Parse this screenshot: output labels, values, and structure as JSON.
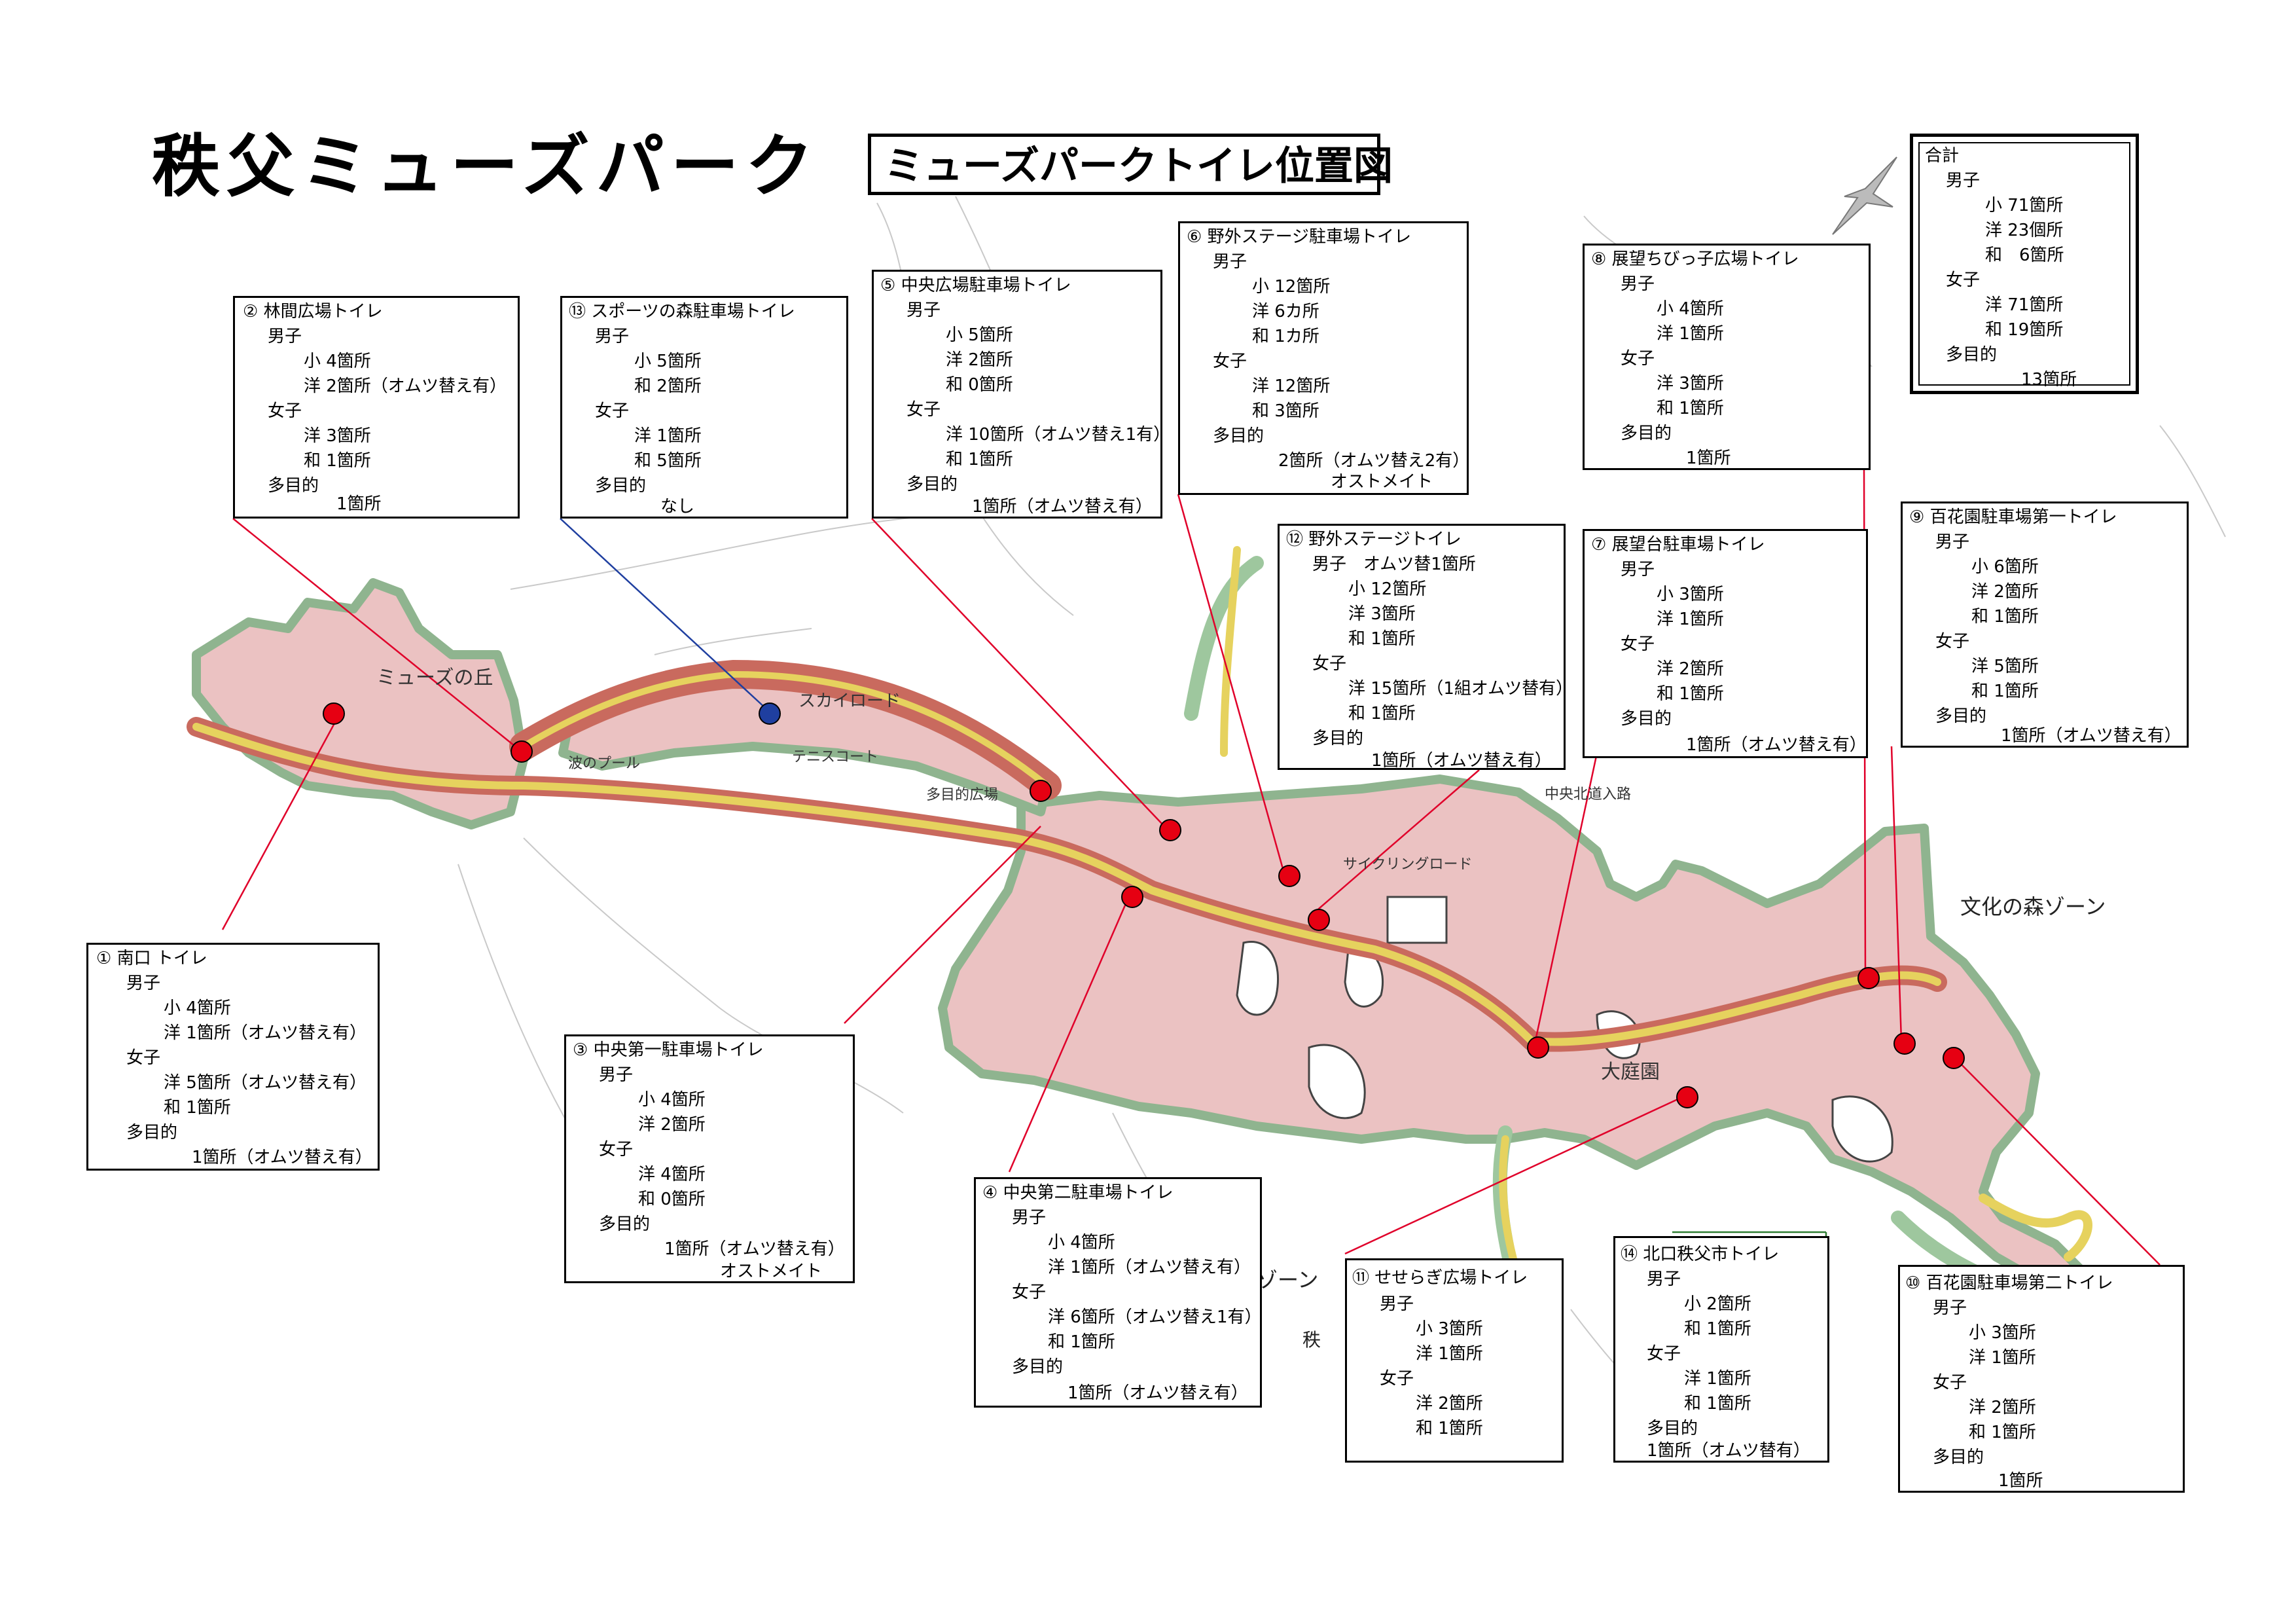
{
  "page": {
    "title": "秩父ミューズパーク",
    "subtitle": "ミューズパークトイレ位置図"
  },
  "colors": {
    "park_fill": "#ebc2c2",
    "park_edge": "#8fb48f",
    "route_outer": "#c96a5e",
    "route_inner": "#e6d25e",
    "marker_red": "#e60012",
    "marker_blue": "#1f3fa0",
    "leader_red": "#e0002a",
    "leader_blue": "#1f3fa0",
    "leader_green": "#2e7d32"
  },
  "map_labels": {
    "zone_culture": "文化の森ゾーン",
    "zone_lower": "ゾーン",
    "muse_hill": "ミューズの丘",
    "wave_pool": "波のプール",
    "tennis": "テニスコート",
    "multipurpose": "多目的広場",
    "cycling": "サイクリングロード",
    "garden": "大庭園",
    "skyroad": "スカイロード",
    "nikko": "秩",
    "north_road": "中央北道入路"
  },
  "total": {
    "header": "合計",
    "lines": [
      "男子",
      "小 71箇所",
      "洋 23個所",
      "和　6箇所",
      "女子",
      "洋 71箇所",
      "和 19箇所",
      "多目的",
      "13箇所"
    ]
  },
  "toilets": [
    {
      "id": "1",
      "title": "① 南口 トイレ",
      "lines": [
        "男子",
        "小 4箇所",
        "洋 1箇所（オムツ替え有）",
        "女子",
        "洋 5箇所（オムツ替え有）",
        "和 1箇所",
        "多目的",
        "1箇所（オムツ替え有）"
      ]
    },
    {
      "id": "2",
      "title": "② 林間広場トイレ",
      "lines": [
        "男子",
        "小 4箇所",
        "洋 2箇所（オムツ替え有）",
        "女子",
        "洋 3箇所",
        "和 1箇所",
        "多目的",
        "1箇所"
      ]
    },
    {
      "id": "13",
      "title": "⑬ スポーツの森駐車場トイレ",
      "lines": [
        "男子",
        "小 5箇所",
        "和 2箇所",
        "女子",
        "洋 1箇所",
        "和 5箇所",
        "多目的",
        "なし"
      ]
    },
    {
      "id": "5",
      "title": "⑤ 中央広場駐車場トイレ",
      "lines": [
        "男子",
        "小 5箇所",
        "洋 2箇所",
        "和 0箇所",
        "女子",
        "洋 10箇所（オムツ替え1有）",
        "和 1箇所",
        "多目的",
        "1箇所（オムツ替え有）"
      ]
    },
    {
      "id": "6",
      "title": "⑥ 野外ステージ駐車場トイレ",
      "lines": [
        "男子",
        "小 12箇所",
        "洋 6カ所",
        "和 1カ所",
        "女子",
        "洋 12箇所",
        "和 3箇所",
        "多目的",
        "2箇所（オムツ替え2有）",
        "オストメイト"
      ]
    },
    {
      "id": "8",
      "title": "⑧ 展望ちびっ子広場トイレ",
      "lines": [
        "男子",
        "小 4箇所",
        "洋 1箇所",
        "女子",
        "洋 3箇所",
        "和 1箇所",
        "多目的",
        "1箇所"
      ]
    },
    {
      "id": "12",
      "title": "⑫ 野外ステージトイレ",
      "lines": [
        "男子　オムツ替1箇所",
        "小 12箇所",
        "洋 3箇所",
        "和 1箇所",
        "女子",
        "洋 15箇所（1組オムツ替有）",
        "和 1箇所",
        "多目的",
        "1箇所（オムツ替え有）"
      ]
    },
    {
      "id": "7",
      "title": "⑦ 展望台駐車場トイレ",
      "lines": [
        "男子",
        "小 3箇所",
        "洋 1箇所",
        "女子",
        "洋 2箇所",
        "和 1箇所",
        "多目的",
        "1箇所（オムツ替え有）"
      ]
    },
    {
      "id": "9",
      "title": "⑨ 百花園駐車場第一トイレ",
      "lines": [
        "男子",
        "小 6箇所",
        "洋 2箇所",
        "和 1箇所",
        "女子",
        "洋 5箇所",
        "和 1箇所",
        "多目的",
        "1箇所（オムツ替え有）"
      ]
    },
    {
      "id": "3",
      "title": "③ 中央第一駐車場トイレ",
      "lines": [
        "男子",
        "小 4箇所",
        "洋 2箇所",
        "女子",
        "洋 4箇所",
        "和 0箇所",
        "多目的",
        "1箇所（オムツ替え有）",
        "オストメイト"
      ]
    },
    {
      "id": "4",
      "title": "④ 中央第二駐車場トイレ",
      "lines": [
        "男子",
        "小 4箇所",
        "洋 1箇所（オムツ替え有）",
        "女子",
        "洋 6箇所（オムツ替え1有）",
        "和 1箇所",
        "多目的",
        "1箇所（オムツ替え有）"
      ]
    },
    {
      "id": "11",
      "title": "⑪ せせらぎ広場トイレ",
      "lines": [
        "男子",
        "小 3箇所",
        "洋 1箇所",
        "女子",
        "洋 2箇所",
        "和 1箇所"
      ]
    },
    {
      "id": "14",
      "title": "⑭ 北口秩父市トイレ",
      "lines": [
        "男子",
        "小 2箇所",
        "和 1箇所",
        "女子",
        "洋 1箇所",
        "和 1箇所",
        "多目的",
        "1箇所（オムツ替有）"
      ]
    },
    {
      "id": "10",
      "title": "⑩ 百花園駐車場第二トイレ",
      "lines": [
        "男子",
        "小 3箇所",
        "洋 1箇所",
        "女子",
        "洋 2箇所",
        "和 1箇所",
        "多目的",
        "1箇所"
      ]
    }
  ]
}
